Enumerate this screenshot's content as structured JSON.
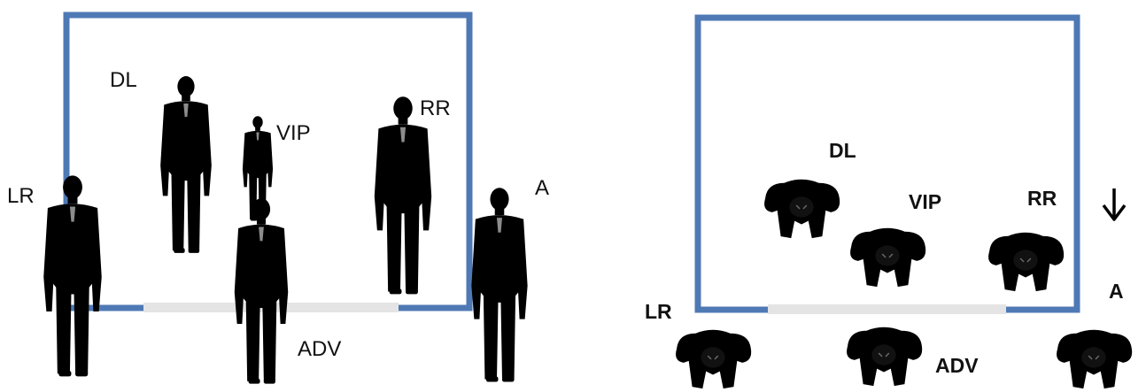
{
  "colors": {
    "wall": "#4f79b5",
    "doorway": "#e4e4e4",
    "figure": "#000000",
    "label": "#111111"
  },
  "left_panel": {
    "labels": {
      "dl": "DL",
      "vip": "VIP",
      "rr": "RR",
      "lr": "LR",
      "a": "A",
      "adv": "ADV"
    }
  },
  "right_panel": {
    "labels": {
      "dl": "DL",
      "vip": "VIP",
      "rr": "RR",
      "lr": "LR",
      "a": "A",
      "adv": "ADV"
    },
    "direction_icon": "arrow-down-icon"
  }
}
